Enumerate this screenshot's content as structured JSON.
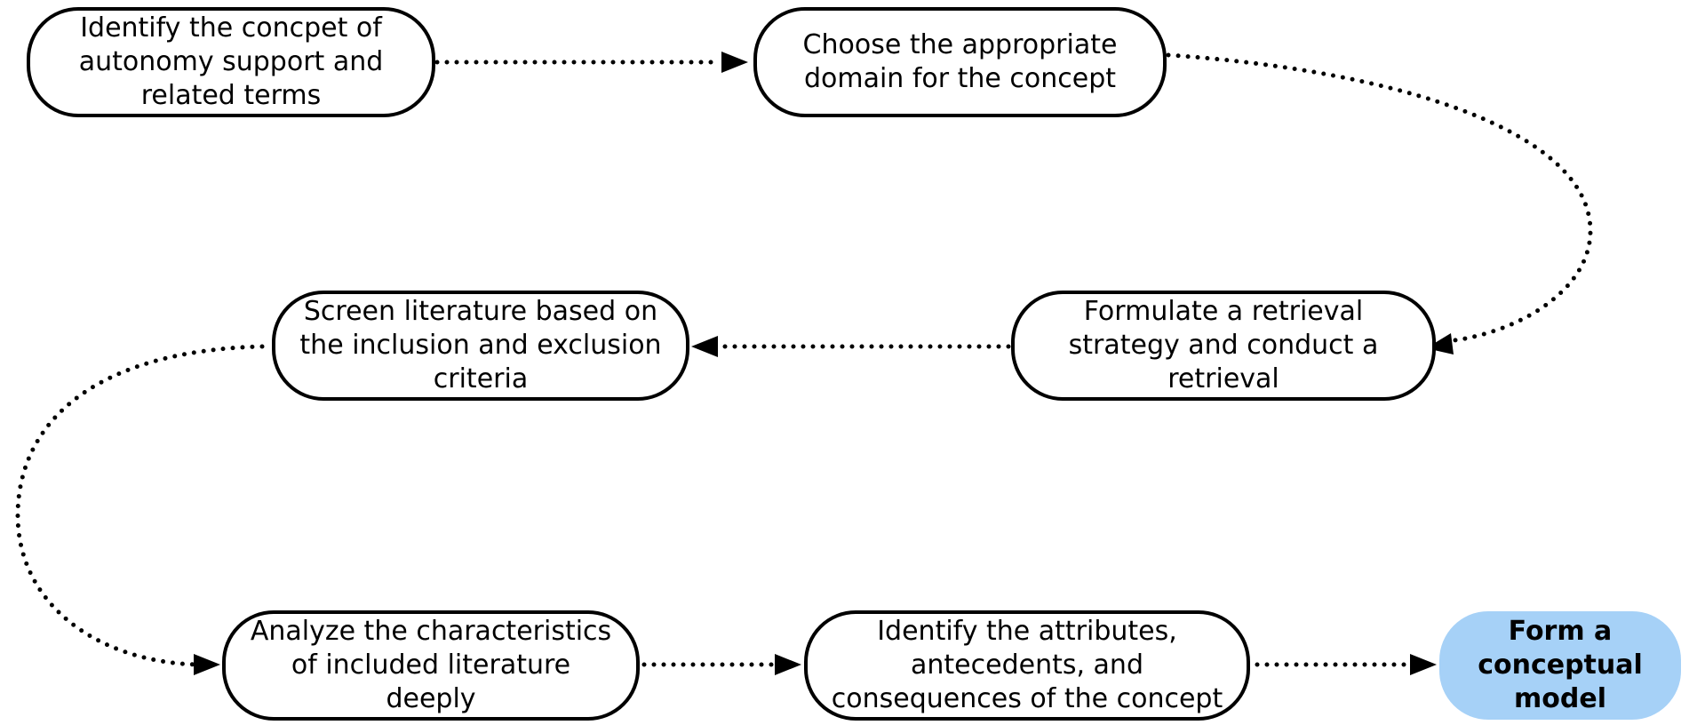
{
  "diagram": {
    "steps": [
      {
        "id": "step-1",
        "lines": [
          "Identify the concpet of",
          "autonomy support and",
          "related terms"
        ]
      },
      {
        "id": "step-2",
        "lines": [
          "Choose the appropriate",
          "domain for the concept"
        ]
      },
      {
        "id": "step-3",
        "lines": [
          "Formulate a retrieval",
          "strategy and conduct a",
          "retrieval"
        ]
      },
      {
        "id": "step-4",
        "lines": [
          "Screen literature based on",
          "the inclusion and exclusion",
          "criteria"
        ]
      },
      {
        "id": "step-5",
        "lines": [
          "Analyze the characteristics",
          "of included literature",
          "deeply"
        ]
      },
      {
        "id": "step-6",
        "lines": [
          "Identify the attributes,",
          "antecedents, and",
          "consequences of the concept"
        ]
      },
      {
        "id": "step-7",
        "lines": [
          "Form a",
          "conceptual",
          "model"
        ]
      }
    ],
    "colors": {
      "outline": "#000000",
      "node_fill": "#ffffff",
      "final_fill": "#a6d1f7",
      "connector": "#000000"
    },
    "connector_style": "dotted-arrow"
  }
}
